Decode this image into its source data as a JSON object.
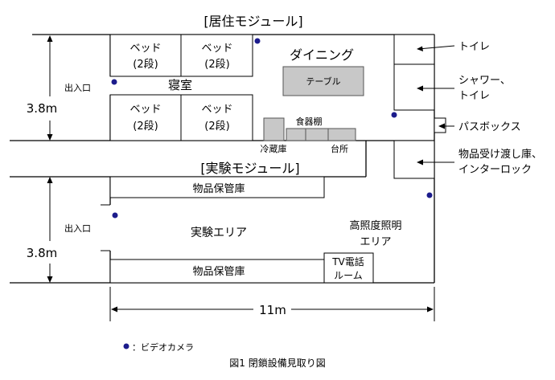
{
  "title_habitat": "[居住モジュール]",
  "title_experiment": "[実験モジュール]",
  "dining": "ダイニング",
  "table": "テーブル",
  "bedroom": "寝室",
  "beds": [
    {
      "line1": "ベッド",
      "line2": "(2段)"
    },
    {
      "line1": "ベッド",
      "line2": "(2段)"
    },
    {
      "line1": "ベッド",
      "line2": "(2段)"
    },
    {
      "line1": "ベッド",
      "line2": "(2段)"
    }
  ],
  "fridge": "冷蔵庫",
  "dish_cabinet": "食器棚",
  "kitchen": "台所",
  "entrance_top": "出入口",
  "entrance_bottom": "出入口",
  "storage_top": "物品保管庫",
  "storage_bottom": "物品保管庫",
  "experiment_area": "実験エリア",
  "bright_area_line1": "高照度照明",
  "bright_area_line2": "エリア",
  "tv_room_line1": "TV電話",
  "tv_room_line2": "ルーム",
  "toilet": "トイレ",
  "shower_line1": "シャワー、",
  "shower_line2": "トイレ",
  "passbox": "パスボックス",
  "goods_line1": "物品受け渡し庫、",
  "goods_line2": "インターロック",
  "dim_height_top": "3.8m",
  "dim_height_bottom": "3.8m",
  "dim_width": "11m",
  "legend_camera": "：ビデオカメラ",
  "caption": "図1 閉鎖設備見取り図",
  "colors": {
    "camera": "#1c1c8c",
    "equipment": "#c8c8c8",
    "line": "#000000"
  }
}
